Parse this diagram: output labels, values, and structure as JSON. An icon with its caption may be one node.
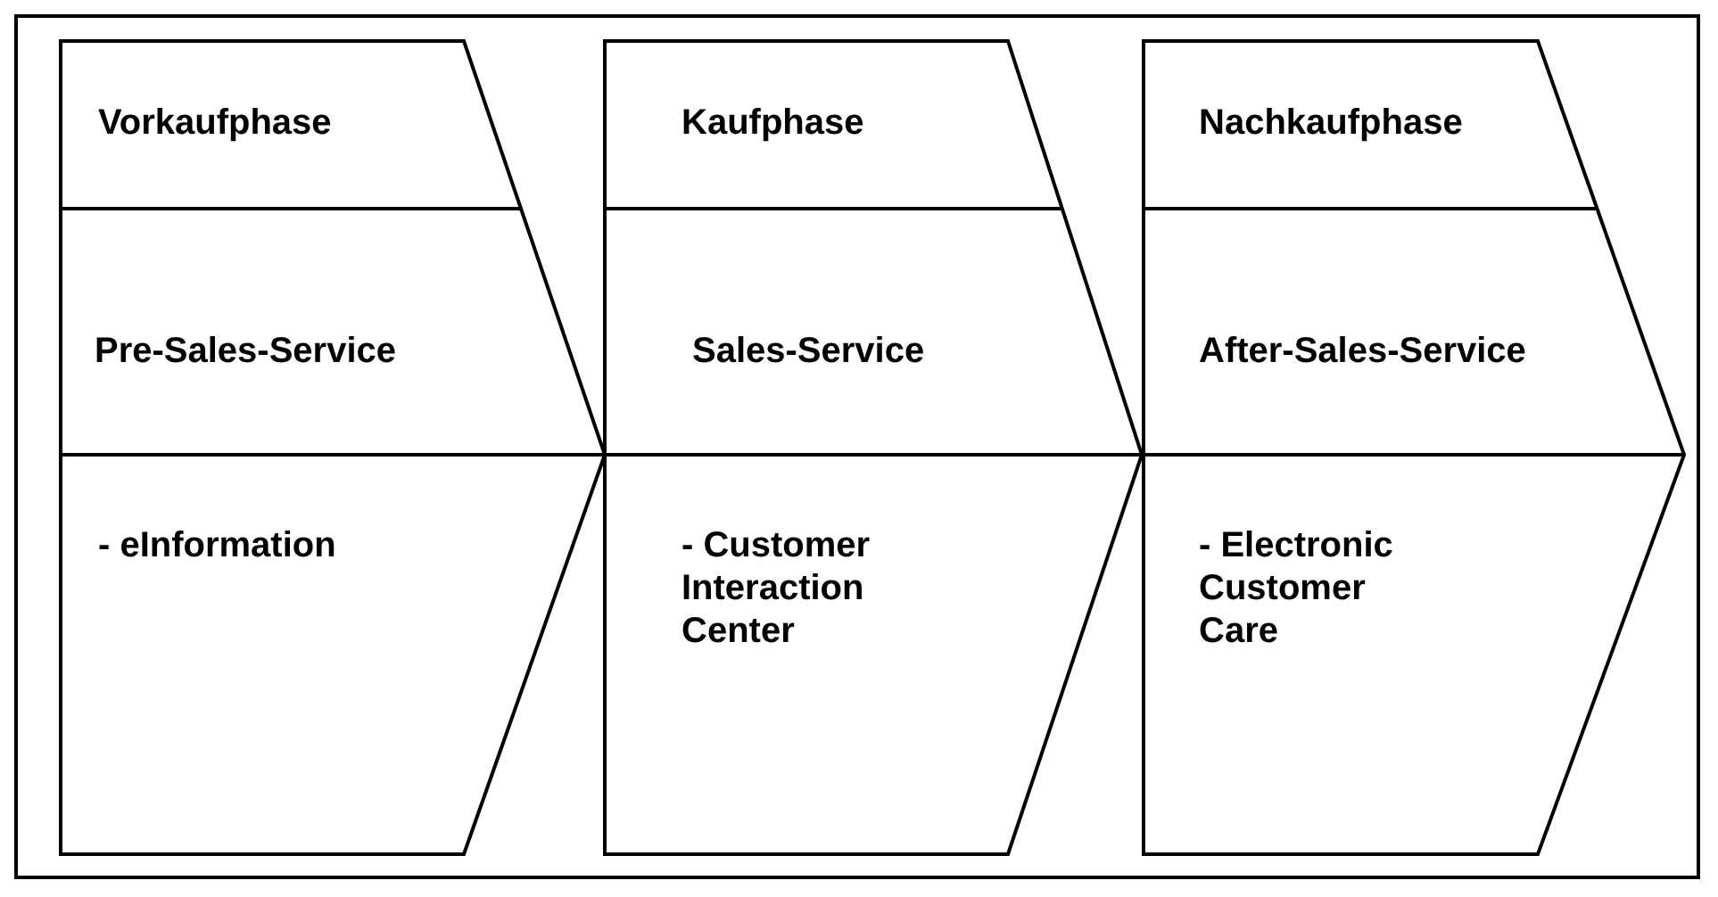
{
  "diagram": {
    "nodes": [
      {
        "text": [
          "Vorkaufphase",
          "Pre-Sales-Service",
          "- eInformation"
        ]
      },
      {
        "text": [
          "Kaufphase",
          "Sales-Service",
          "- Customer Interaction Center"
        ]
      },
      {
        "text": [
          "Nachkaufphase",
          "After-Sales-Service",
          "- Electronic Customer Care"
        ]
      }
    ],
    "edges": []
  }
}
